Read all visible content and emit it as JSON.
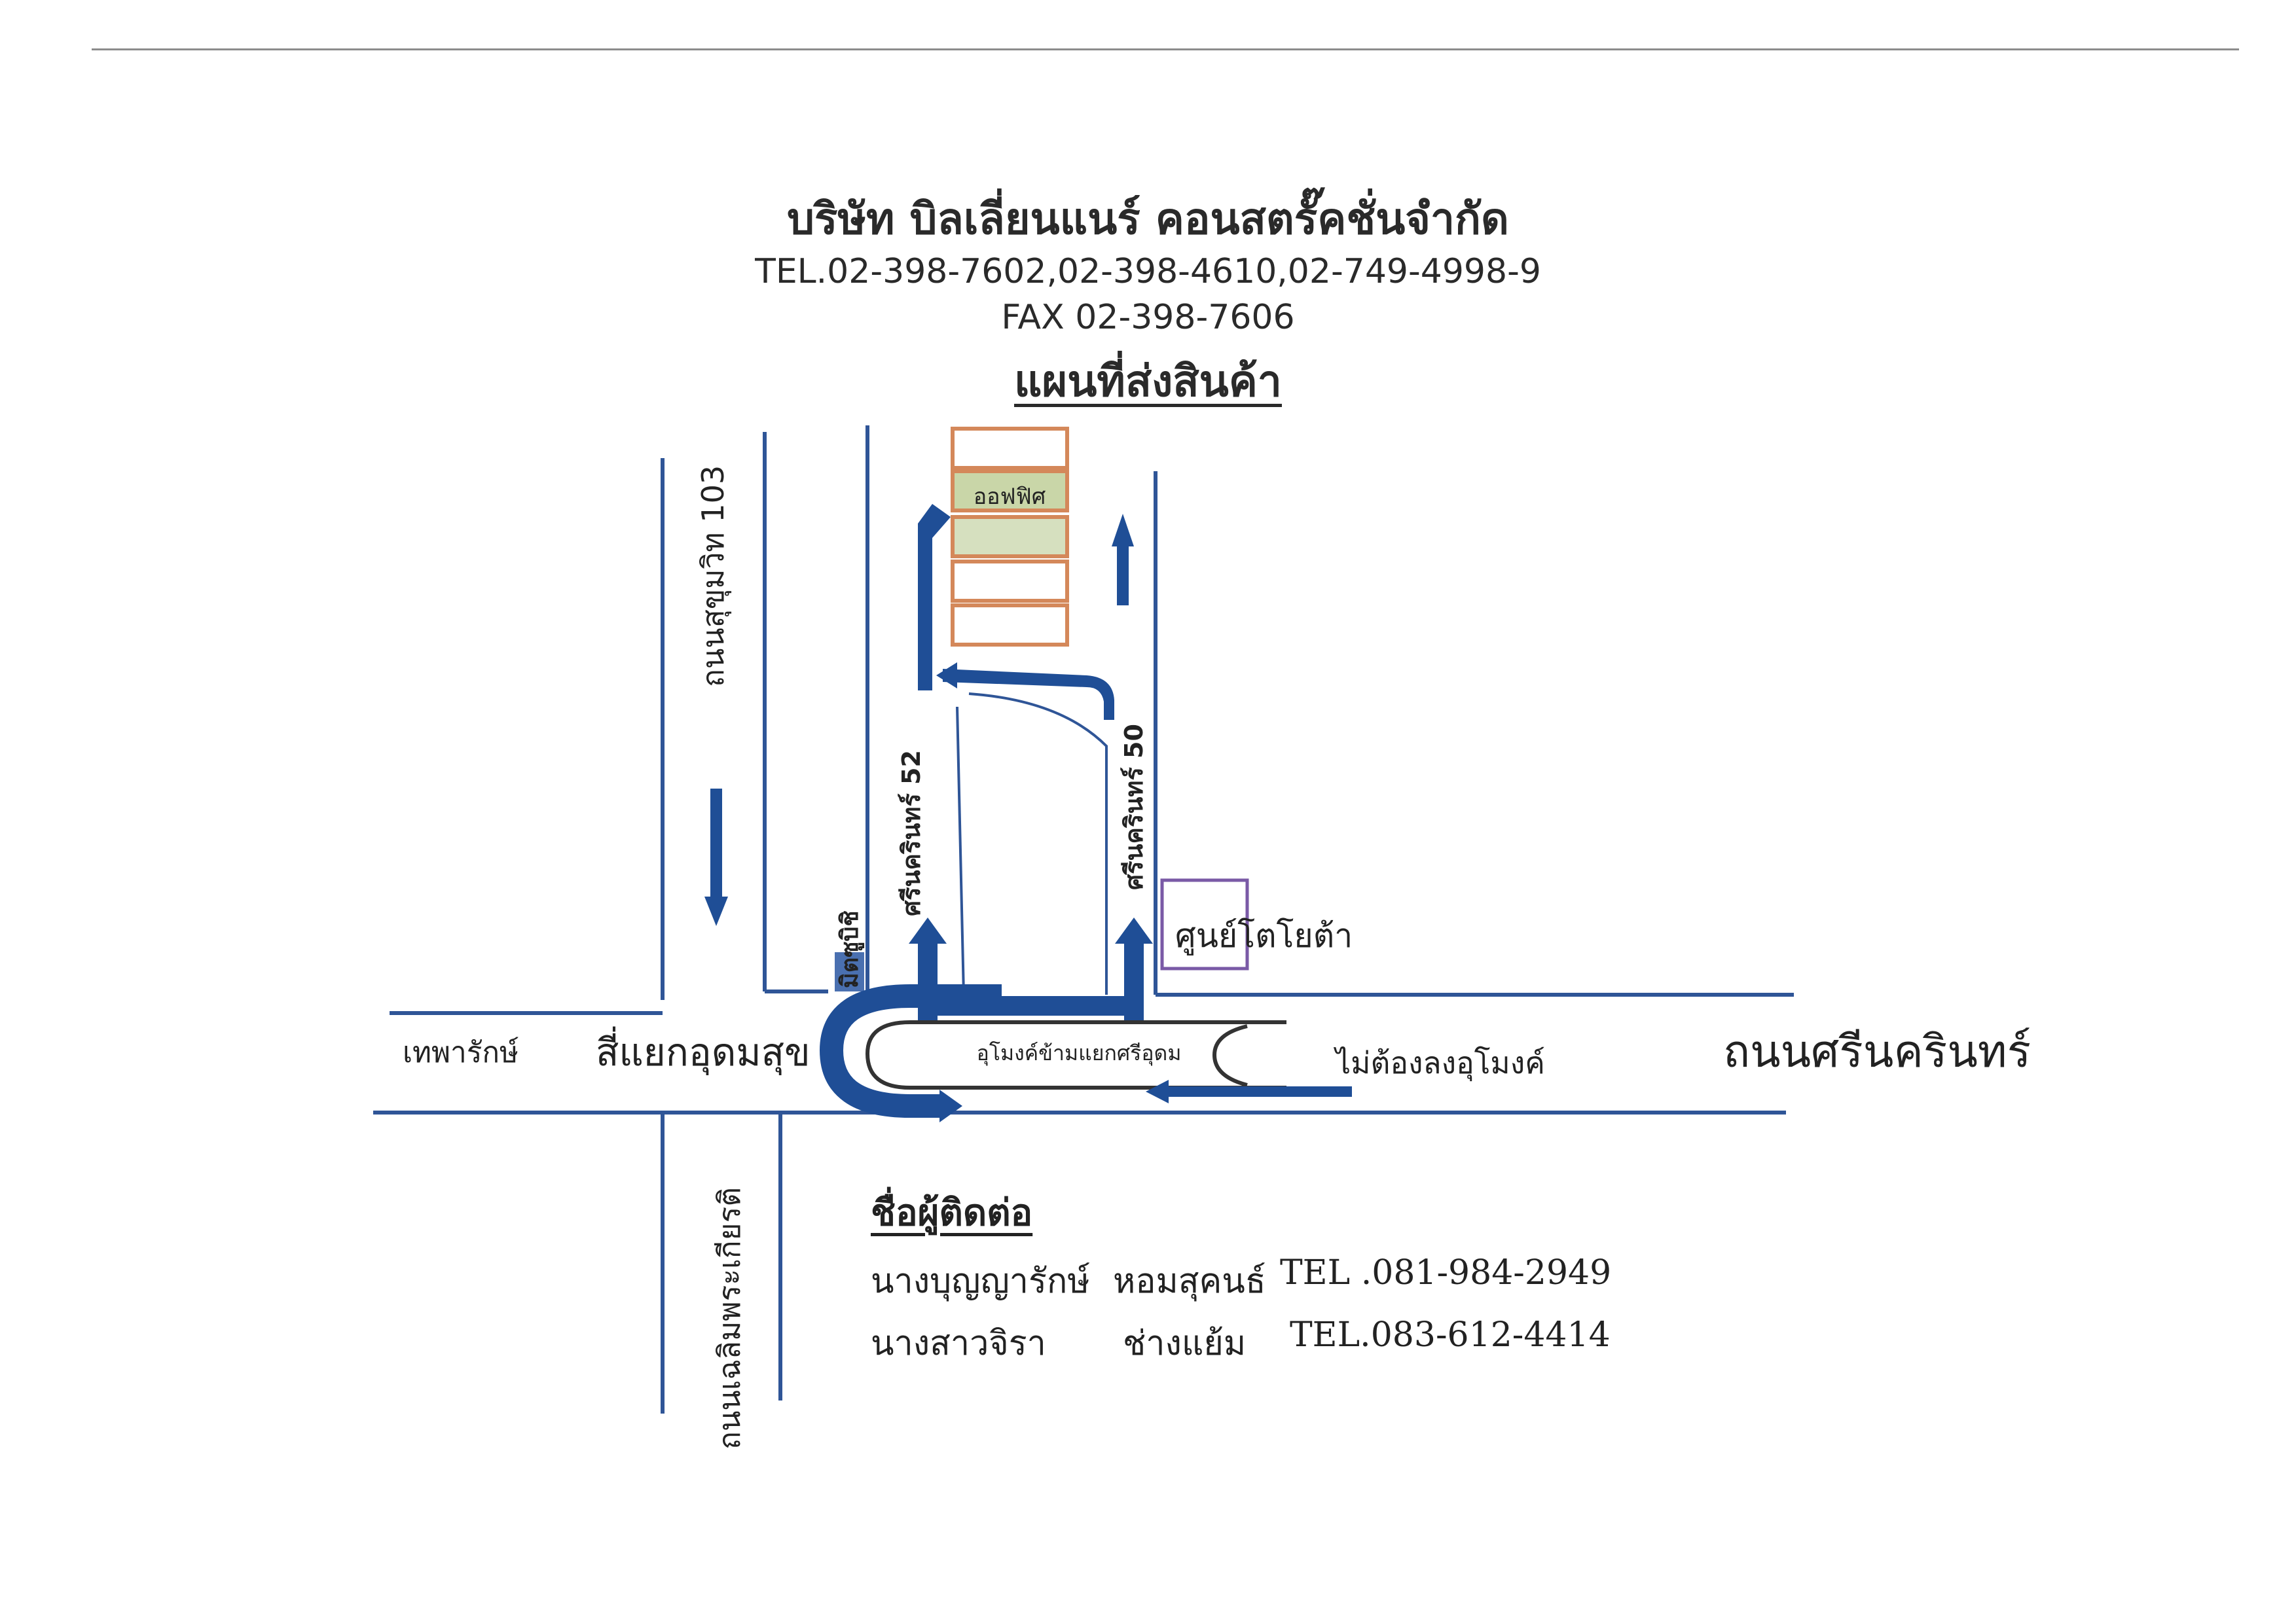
{
  "header": {
    "company": "บริษัท  บิลเลี่ยนแนร์ คอนสตรั๊คชั่นจำกัด",
    "tel": "TEL.02-398-7602,02-398-4610,02-749-4998-9",
    "fax": "FAX 02-398-7606",
    "map_title": "แผนที่ส่งสินค้า"
  },
  "map": {
    "office_label": "ออฟฟิศ",
    "road_sukhumvit": "ถนนสุขุมวิท 103",
    "road_srinakarin52": "ศรีนครินทร์ 52",
    "road_srinakarin50": "ศรีนครินทร์ 50",
    "mitsubishi": "มิตซูบิชิ",
    "toyota": "ศูนย์โตโยต้า",
    "theparak": "เทพารักษ์",
    "intersection": "สี่แยกอุดมสุข",
    "tunnel": "อุโมงค์ข้ามแยกศรีอุดม",
    "no_tunnel": "ไม่ต้องลงอุโมงค์",
    "road_srinakarin": "ถนนศรีนครินทร์",
    "road_chalermprakiat": "ถนนเฉลิมพระเกียรติ",
    "colors": {
      "road": "#2f5597",
      "arrow": "#1f4e96",
      "building": "#d4885a",
      "office_fill": "#c9d6a8",
      "toyota_box": "#7a5aa6",
      "toyota_text": "#b03030"
    }
  },
  "contact": {
    "title": "ชื่อผู้ติดต่อ",
    "people": [
      {
        "name": "นางบุญญารักษ์",
        "surname": "หอมสุคนธ์",
        "tel": "TEL .081-984-2949"
      },
      {
        "name": "นางสาวจิรา",
        "surname": "ช่างแย้ม",
        "tel": "TEL.083-612-4414"
      }
    ]
  }
}
